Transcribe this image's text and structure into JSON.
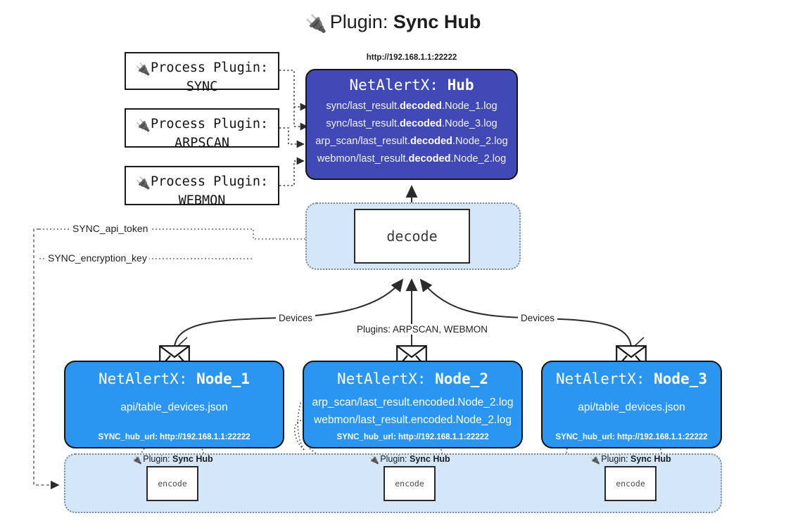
{
  "header": {
    "plug_icon": "plug-icon",
    "prefix": "Plugin: ",
    "name": "Sync Hub"
  },
  "process_plugins": [
    {
      "line1": "Process Plugin:",
      "line2": "SYNC"
    },
    {
      "line1": "Process Plugin:",
      "line2": "ARPSCAN"
    },
    {
      "line1": "Process Plugin:",
      "line2": "WEBMON"
    }
  ],
  "hub": {
    "url": "http://192.168.1.1:22222",
    "title_prefix": "NetAlertX: ",
    "title_name": "Hub",
    "loglines": [
      {
        "pre": "sync/last_result.",
        "bold": "decoded",
        "post": ".Node_1.log"
      },
      {
        "pre": "sync/last_result.",
        "bold": "decoded",
        "post": ".Node_3.log"
      },
      {
        "pre": "arp_scan/last_result.",
        "bold": "decoded",
        "post": ".Node_2.log"
      },
      {
        "pre": "webmon/last_result.",
        "bold": "decoded",
        "post": ".Node_2.log"
      }
    ]
  },
  "decode": {
    "label": "decode"
  },
  "settings": {
    "api_token": "SYNC_api_token",
    "encryption_key": "SYNC_encryption_key"
  },
  "edge_labels": {
    "devices_left": "Devices",
    "plugins_mid": "Plugins: ARPSCAN, WEBMON",
    "devices_right": "Devices"
  },
  "nodes": [
    {
      "title_prefix": "NetAlertX: ",
      "title_name": "Node_1",
      "lines": [
        "api/table_devices.json"
      ],
      "footer": "SYNC_hub_url: http://192.168.1.1:22222"
    },
    {
      "title_prefix": "NetAlertX: ",
      "title_name": "Node_2",
      "lines": [
        "arp_scan/last_result.encoded.Node_2.log",
        "webmon/last_result.encoded.Node_2.log"
      ],
      "footer": "SYNC_hub_url: http://192.168.1.1:22222"
    },
    {
      "title_prefix": "NetAlertX: ",
      "title_name": "Node_3",
      "lines": [
        "api/table_devices.json"
      ],
      "footer": "SYNC_hub_url: http://192.168.1.1:22222"
    }
  ],
  "encoders": [
    {
      "tag_prefix": "Plugin: ",
      "tag_name": "Sync Hub",
      "label": "encode"
    },
    {
      "tag_prefix": "Plugin: ",
      "tag_name": "Sync Hub",
      "label": "encode"
    },
    {
      "tag_prefix": "Plugin: ",
      "tag_name": "Sync Hub",
      "label": "encode"
    }
  ],
  "colors": {
    "hub_blue": "#4049b5",
    "node_blue": "#2b96f1",
    "pool_blue": "#d4e7f8",
    "stroke": "#141414"
  }
}
